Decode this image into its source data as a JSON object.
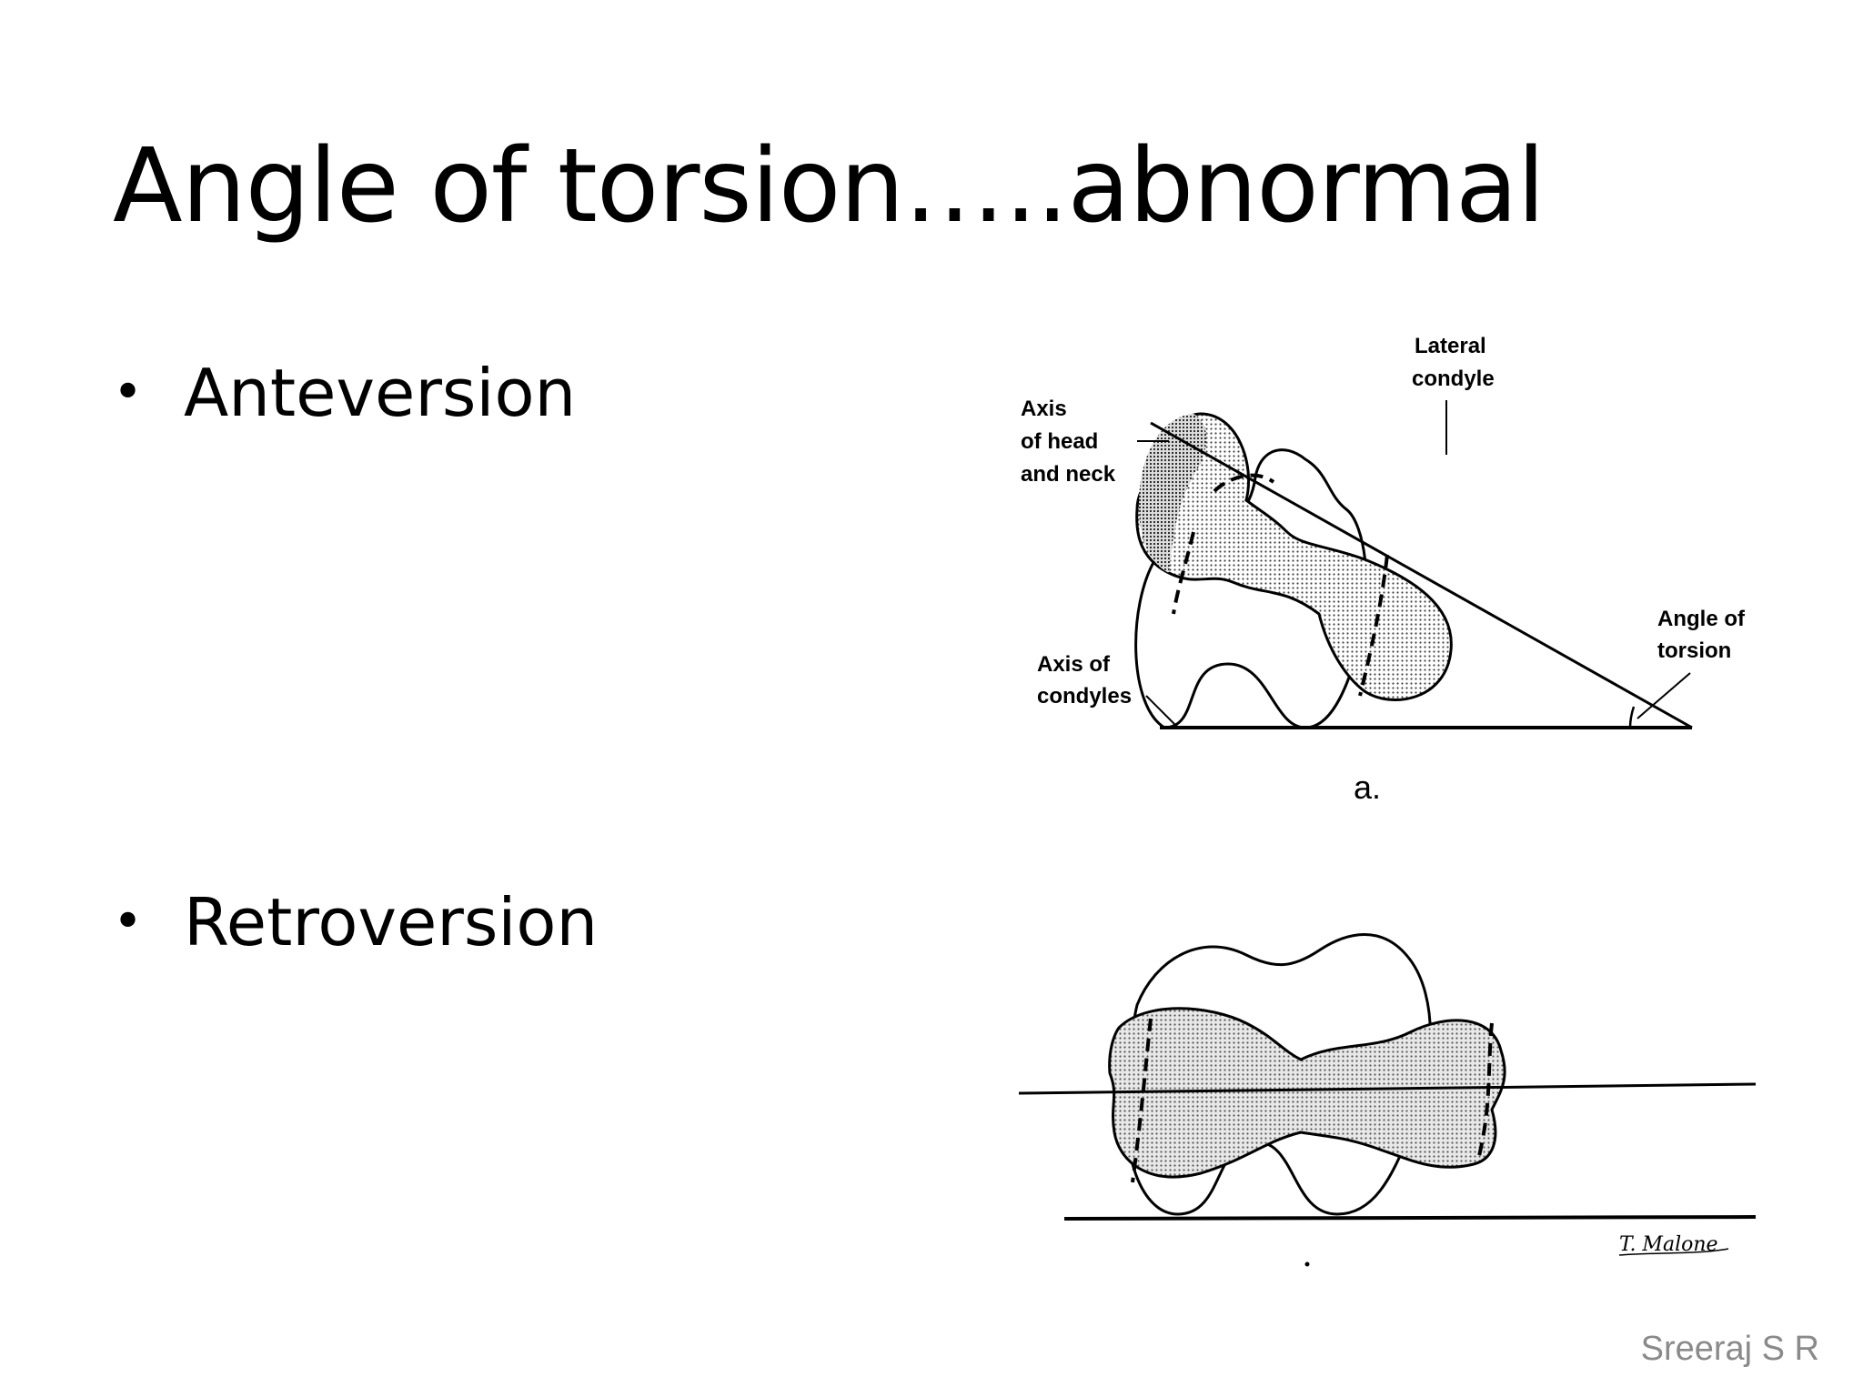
{
  "slide": {
    "title": "Angle of torsion…..abnormal",
    "bullets": [
      {
        "marker": "•",
        "text": "Anteversion"
      },
      {
        "marker": "•",
        "text": "Retroversion"
      }
    ],
    "credit": "Sreeraj S R"
  },
  "figure_a": {
    "labels": {
      "axis_head_neck": [
        "Axis",
        "of head",
        "and neck"
      ],
      "lateral_condyle": [
        "Lateral",
        "condyle"
      ],
      "axis_condyles": [
        "Axis of",
        "condyles"
      ],
      "angle_of_torsion": [
        "Angle of",
        "torsion"
      ],
      "caption": "a."
    }
  },
  "figure_b": {
    "signature": "T. Malone"
  }
}
